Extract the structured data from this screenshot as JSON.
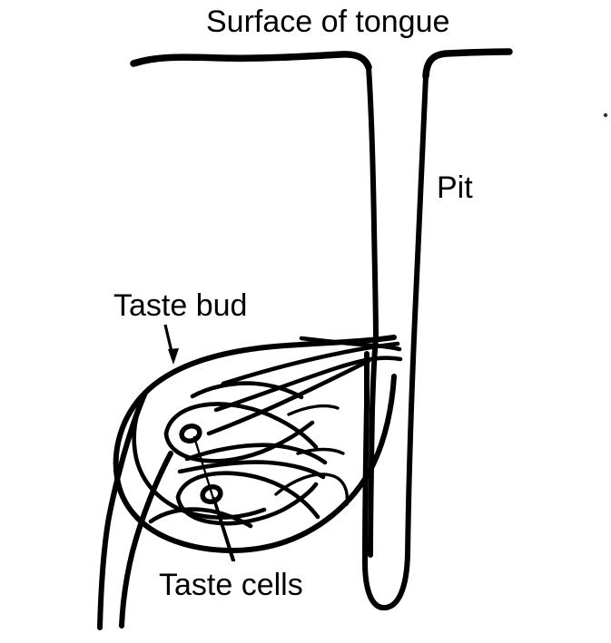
{
  "figure": {
    "name": "taste-bud-diagram",
    "description": "Hand-drawn line diagram of a taste bud located in a pit of the tongue surface",
    "background_color": "#ffffff",
    "ink_color": "#000000"
  },
  "labels": {
    "surface_of_tongue": "Surface of tongue",
    "pit": "Pit",
    "taste_bud": "Taste bud",
    "taste_cells": "Taste cells"
  },
  "annotations": {
    "taste_bud_arrow": "arrow pointing down-right from Taste bud label to the taste bud outline",
    "taste_cells_leaders": "two leader lines from the Taste cells label up to two taste cell nuclei"
  },
  "structures": {
    "tongue_surface_left": "left portion of the tongue epithelial surface",
    "tongue_surface_right": "right portion of the tongue epithelial surface",
    "pit_channel": "deep U-shaped pit descending from the tongue surface",
    "taste_bud_outline": "oval taste bud body embedded in the epithelium",
    "taste_cells": "elongated spindle-shaped taste receptor cells inside the bud",
    "cell_nuclei_count": 2,
    "nerve_fibres": "two nerve fibres descending from the base of the taste bud"
  }
}
